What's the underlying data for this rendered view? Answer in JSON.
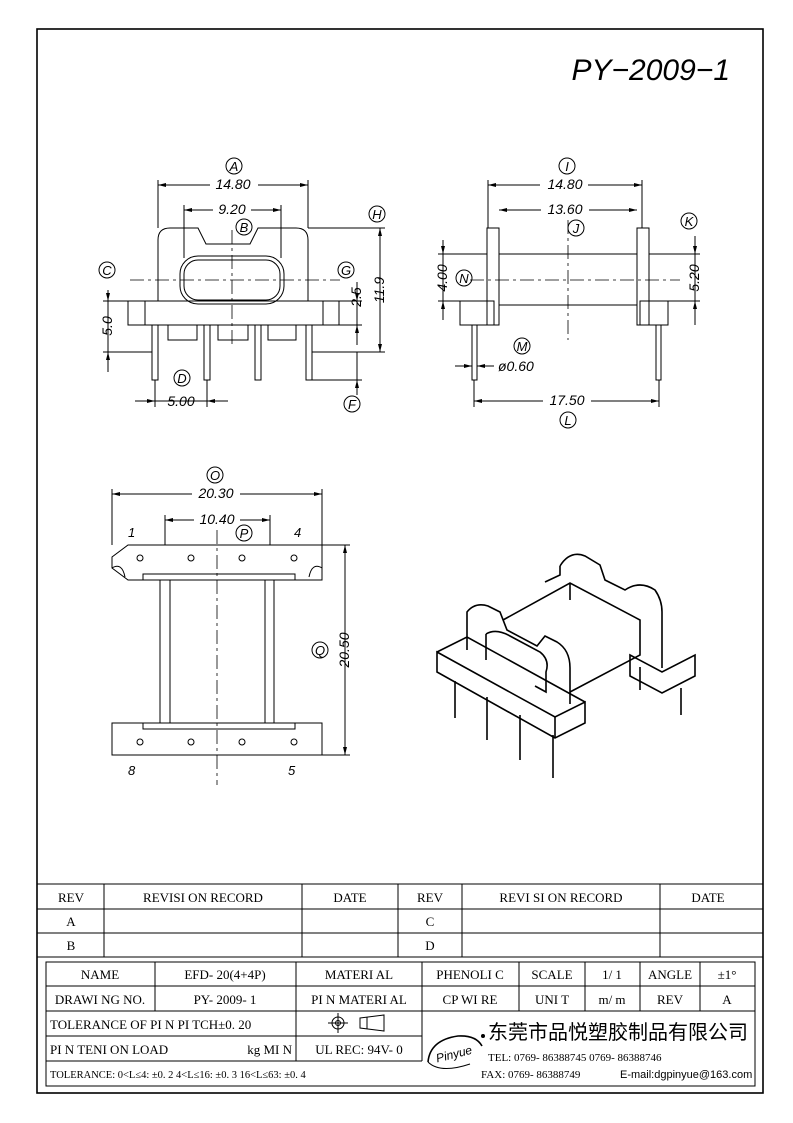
{
  "drawing_number": "PY−2009−1",
  "front_view": {
    "dims": {
      "a": "14.80",
      "b": "9.20",
      "h": "11.9",
      "g": "2.5",
      "c": "5.0",
      "d": "5.00"
    },
    "letters": {
      "a": "A",
      "b": "B",
      "c": "C",
      "d": "D",
      "f": "F",
      "g": "G",
      "h": "H"
    }
  },
  "side_view": {
    "dims": {
      "i": "14.80",
      "j": "13.60",
      "k": "5.20",
      "n": "4.00",
      "m": "ø0.60",
      "l": "17.50"
    },
    "letters": {
      "i": "I",
      "j": "J",
      "k": "K",
      "n": "N",
      "m": "M",
      "l": "L"
    }
  },
  "bottom_view": {
    "dims": {
      "o": "20.30",
      "p": "10.40",
      "q": "20.50"
    },
    "letters": {
      "o": "O",
      "p": "P",
      "q": "Q"
    },
    "pin_numbers": {
      "p1": "1",
      "p4": "4",
      "p8": "8",
      "p5": "5"
    }
  },
  "revision_table": {
    "headers": [
      "REV",
      "REVISI ON  RECORD",
      "DATE",
      "REV",
      "REVI SI ON  RECORD",
      "DATE"
    ],
    "rows": [
      [
        "A",
        "",
        "",
        "C",
        "",
        ""
      ],
      [
        "B",
        "",
        "",
        "D",
        "",
        ""
      ]
    ]
  },
  "title_block": {
    "name_label": "NAME",
    "name_value": "EFD- 20(4+4P)",
    "material_label": "MATERI AL",
    "material_value": "PHENOLI C",
    "scale_label": "SCALE",
    "scale_value": "1/ 1",
    "angle_label": "ANGLE",
    "angle_value": "±1°",
    "drawing_no_label": "DRAWI NG  NO.",
    "drawing_no_value": "PY- 2009- 1",
    "pin_material_label": "PI N  MATERI AL",
    "pin_material_value": "CP  WI RE",
    "unit_label": "UNI T",
    "unit_value": "m/ m",
    "rev_label": "REV",
    "rev_value": "A",
    "tolerance_pitch": "TOLERANCE  OF  PI N  PI TCH±0. 20",
    "pin_tension": "PI N  TENI ON  LOAD",
    "pin_tension_unit": "kg  MI N",
    "ul_rec": "UL  REC: 94V- 0",
    "tolerance_line": "TOLERANCE: 0<L≤4: ±0. 2   4<L≤16: ±0. 3   16<L≤63: ±0. 4",
    "logo_text": "Pinyue",
    "company": "东莞市品悦塑胶制品有限公司",
    "tel": "TEL: 0769- 86388745     0769- 86388746",
    "fax": "FAX: 0769- 86388749",
    "email": "E-mail:dgpinyue@163.com"
  }
}
